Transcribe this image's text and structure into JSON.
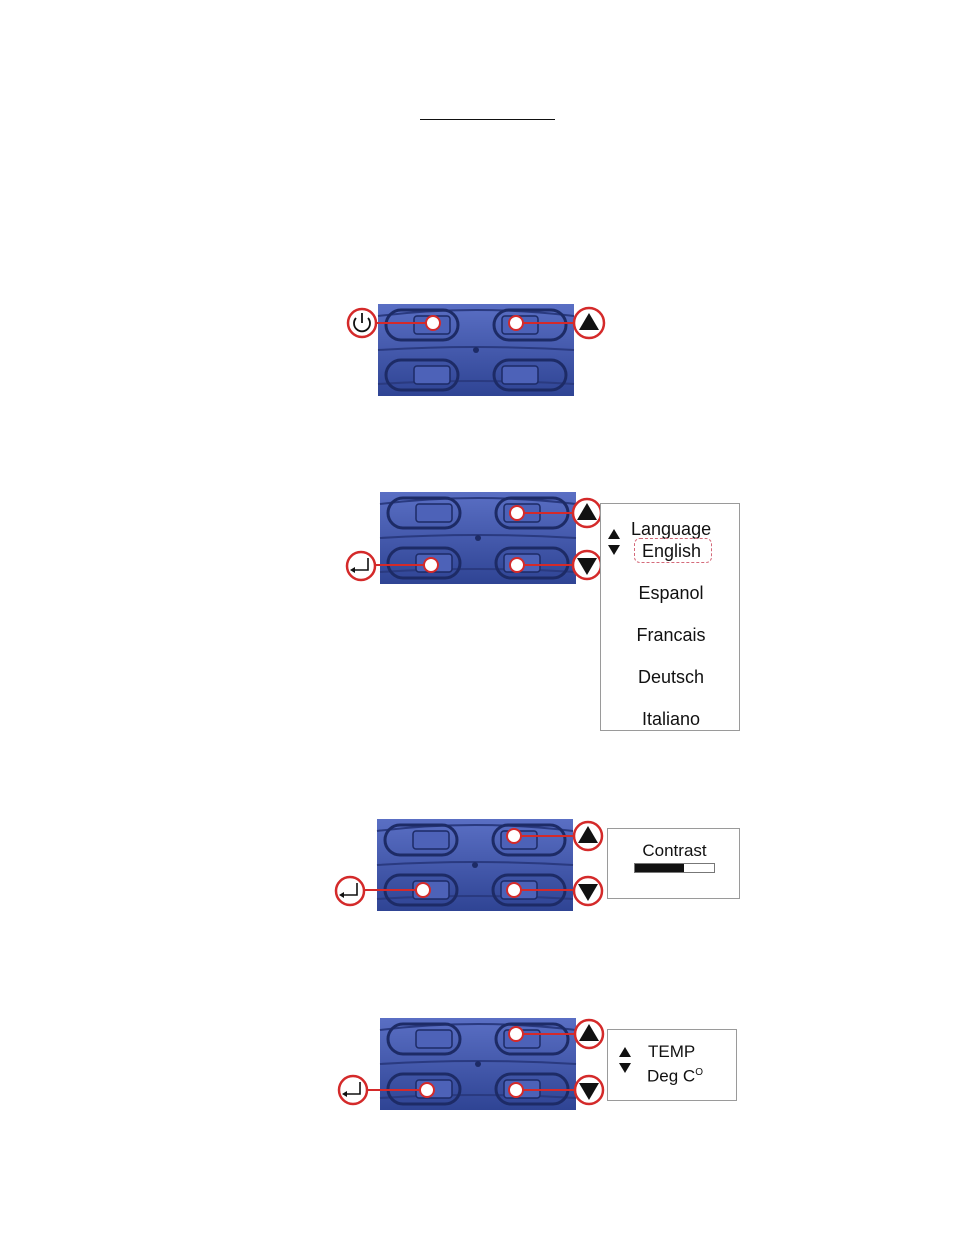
{
  "icons": {
    "power": "power-icon",
    "up": "up-arrow-icon",
    "down": "down-arrow-icon",
    "enter": "enter-icon"
  },
  "colors": {
    "keypad": "#3f55a8",
    "highlight": "#d42a2a"
  },
  "language_panel": {
    "heading": "Language",
    "selected": "English",
    "options": [
      "Espanol",
      "Francais",
      "Deutsch",
      "Italiano"
    ]
  },
  "contrast_panel": {
    "label": "Contrast",
    "level_percent": 62
  },
  "temp_panel": {
    "heading": "TEMP",
    "value": "Deg C",
    "degree_mark": "O"
  }
}
